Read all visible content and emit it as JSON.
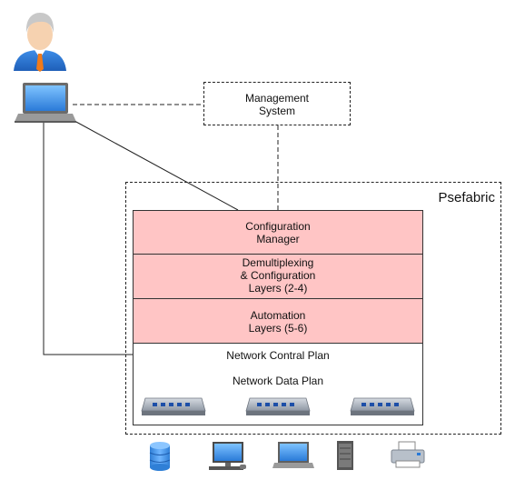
{
  "management": {
    "label": "Management\nSystem"
  },
  "fabric": {
    "title": "Psefabric"
  },
  "layers": [
    {
      "label": "Configuration\nManager"
    },
    {
      "label": "Demultiplexing\n& Configuration\nLayers (2-4)"
    },
    {
      "label": "Automation\nLayers  (5-6)"
    },
    {
      "label": "Network Contral Plan"
    },
    {
      "label": "Network Data Plan"
    }
  ],
  "icons": {
    "user": "user-icon",
    "laptop": "laptop-icon",
    "switches": [
      "network-switch-icon",
      "network-switch-icon",
      "network-switch-icon"
    ],
    "devices": [
      "database-icon",
      "desktop-icon",
      "laptop-icon",
      "server-tower-icon",
      "printer-icon"
    ]
  },
  "colors": {
    "layer_fill": "#ffc5c5",
    "white_fill": "#ffffff",
    "line": "#222222"
  }
}
